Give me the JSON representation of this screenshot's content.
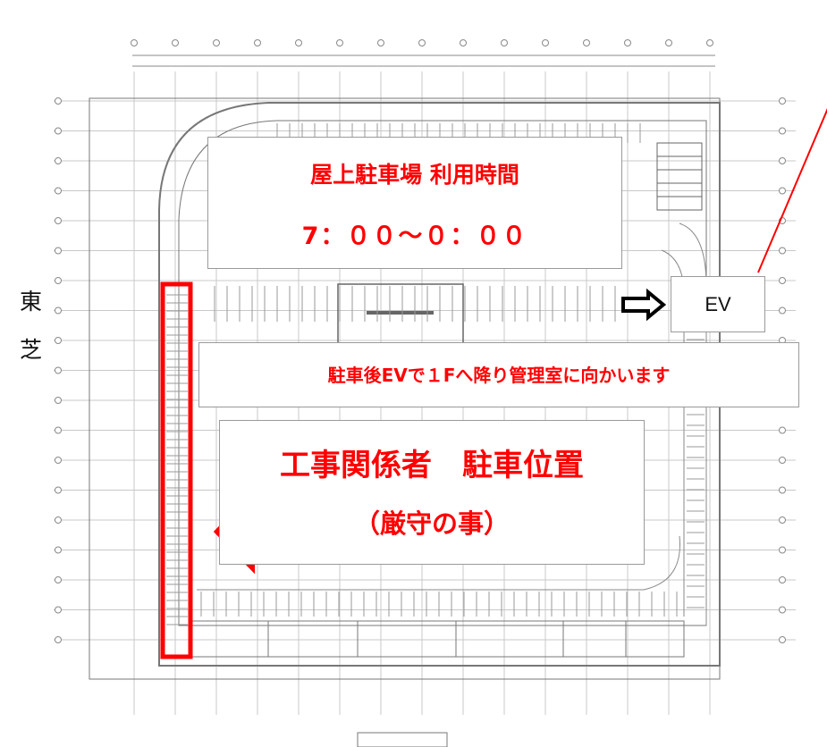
{
  "hours": {
    "title": "屋上駐車場 利用時間",
    "time": "7：００～０：００"
  },
  "elevator": {
    "label": "EV"
  },
  "note": "駐車後EVで１Fへ降り管理室に向かいます",
  "worker_parking": {
    "title": "工事関係者　駐車位置",
    "subtitle": "（厳守の事）"
  },
  "side_label": [
    "東",
    "芝"
  ],
  "colors": {
    "highlight": "#ff0000",
    "drawing_line": "#8a8a8a",
    "grid_line": "#c8c8c8"
  },
  "icons": {
    "parking_arrow": "arrow-left-outline-red",
    "elevator_arrow": "arrow-right-outline-black"
  }
}
